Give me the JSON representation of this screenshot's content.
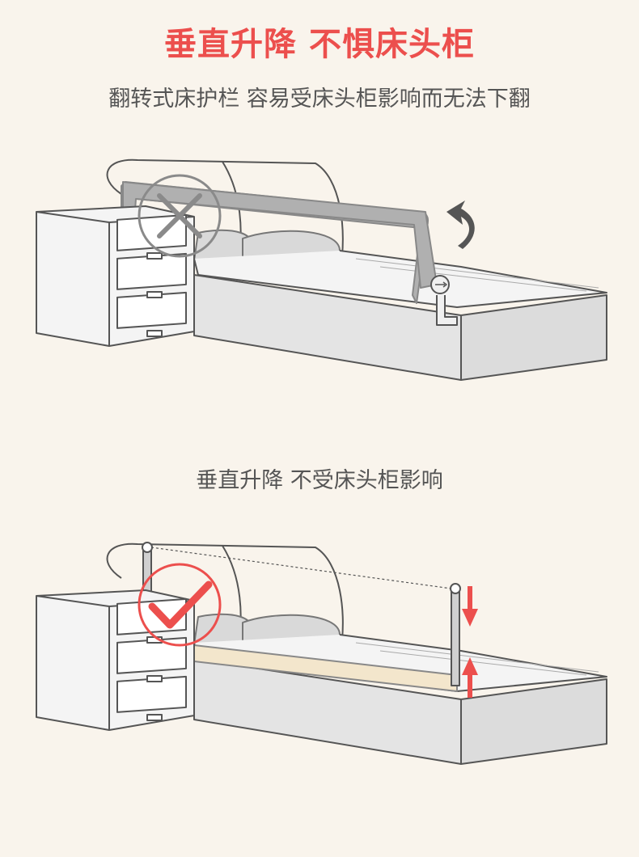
{
  "header": {
    "title": "垂直升降 不惧床头柜"
  },
  "section_flip": {
    "caption": "翻转式床护栏 容易受床头柜影响而无法下翻",
    "mark": "cross",
    "mark_color": "#8a8a8a"
  },
  "section_vertical": {
    "caption": "垂直升降 不受床头柜影响",
    "mark": "check",
    "mark_color": "#ec4f4d",
    "arrow_color": "#ec4f4d"
  },
  "colors": {
    "background": "#f9f4ec",
    "title": "#ec4f4d",
    "outline": "#555555",
    "furniture_fill": "#eeeeee",
    "rail_fill": "#b0b0b0",
    "rail_panel": "#f3e6cc"
  },
  "icons": [
    "cross-icon",
    "check-icon",
    "flip-arrow-icon",
    "down-arrow-icon",
    "up-arrow-icon"
  ]
}
